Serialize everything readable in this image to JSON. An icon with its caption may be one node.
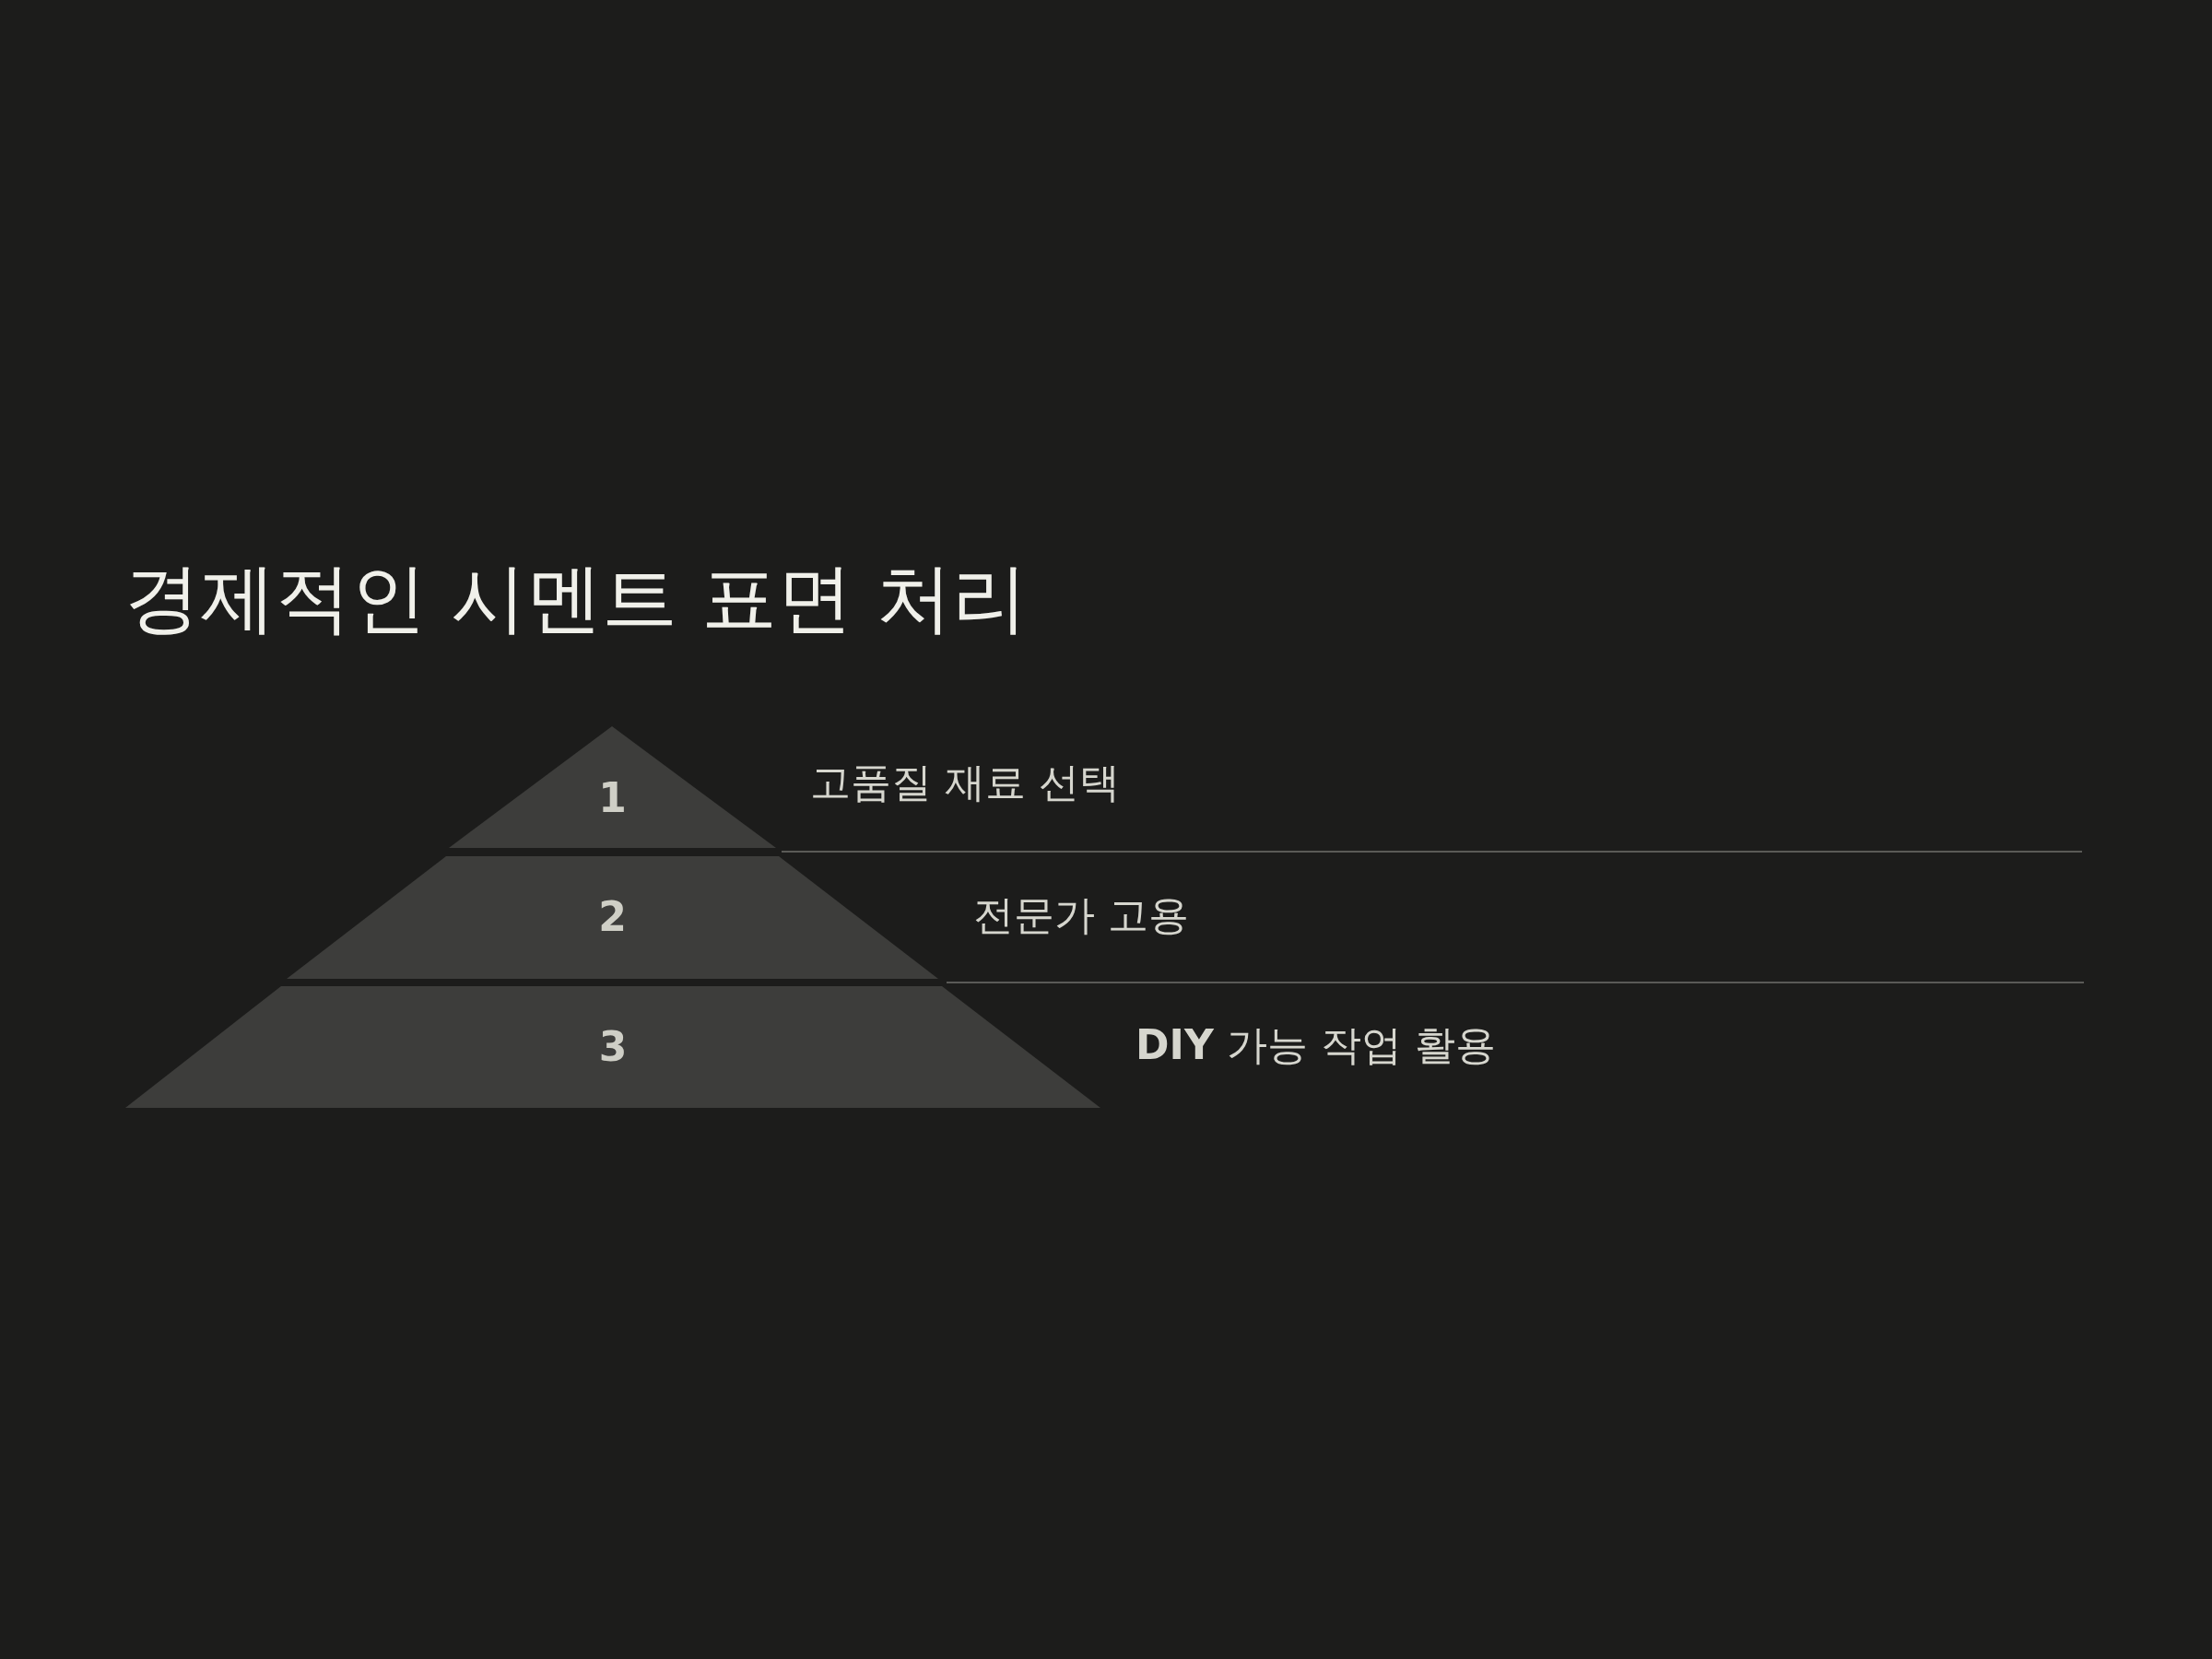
{
  "diagram": {
    "title": "경제적인 시멘트 표면 처리",
    "nodes": [
      {
        "text": [
          "1"
        ],
        "beside": [
          "고품질 재료 선택"
        ]
      },
      {
        "text": [
          "2"
        ],
        "beside": [
          "전문가 고용"
        ]
      },
      {
        "text": [
          "3"
        ],
        "beside": [
          "**DIY** 가능 작업 활용"
        ]
      }
    ]
  }
}
